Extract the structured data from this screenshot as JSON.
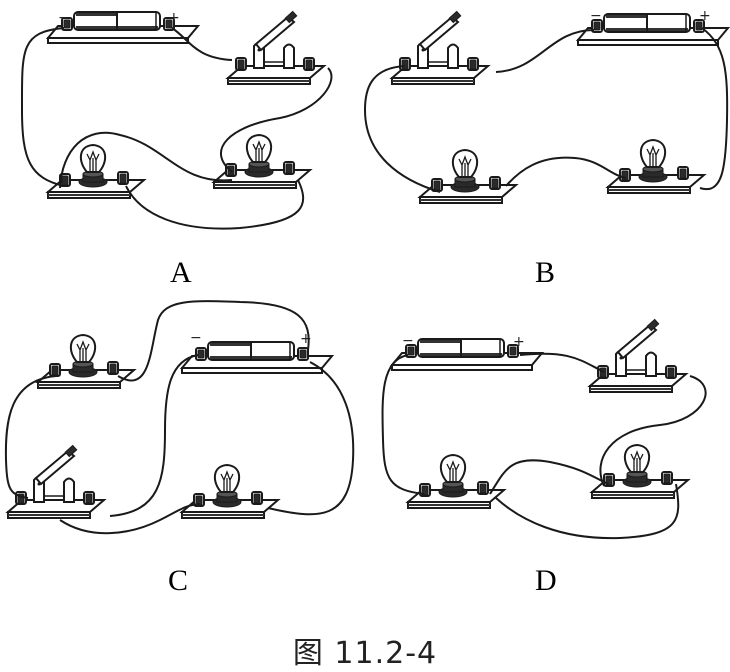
{
  "figure": {
    "caption": "图 11.2-4",
    "panels": [
      {
        "label": "A",
        "components": [
          "battery",
          "switch",
          "lamp",
          "lamp"
        ]
      },
      {
        "label": "B",
        "components": [
          "switch",
          "battery",
          "lamp",
          "lamp"
        ]
      },
      {
        "label": "C",
        "components": [
          "lamp",
          "battery",
          "switch",
          "lamp"
        ]
      },
      {
        "label": "D",
        "components": [
          "battery",
          "switch",
          "lamp",
          "lamp"
        ]
      }
    ],
    "battery_signs": {
      "negative": "−",
      "positive": "+"
    }
  }
}
